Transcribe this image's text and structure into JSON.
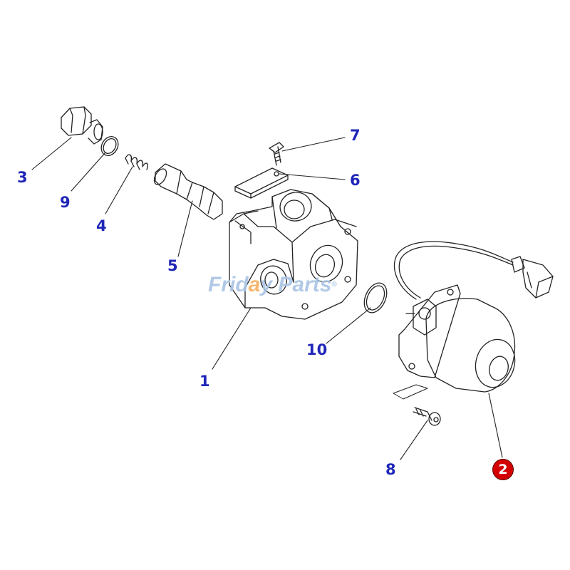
{
  "diagram": {
    "watermark": {
      "part1": "Frid",
      "part2": "a",
      "part3": "y Parts",
      "reg": "®"
    },
    "parts": [
      {
        "id": "1",
        "label": "1"
      },
      {
        "id": "2",
        "label": "2",
        "highlighted": true
      },
      {
        "id": "3",
        "label": "3"
      },
      {
        "id": "4",
        "label": "4"
      },
      {
        "id": "5",
        "label": "5"
      },
      {
        "id": "6",
        "label": "6"
      },
      {
        "id": "7",
        "label": "7"
      },
      {
        "id": "8",
        "label": "8"
      },
      {
        "id": "9",
        "label": "9"
      },
      {
        "id": "10",
        "label": "10"
      }
    ],
    "colors": {
      "label": "#1f26b8",
      "highlight": "#d40000",
      "line": "#222222"
    }
  }
}
